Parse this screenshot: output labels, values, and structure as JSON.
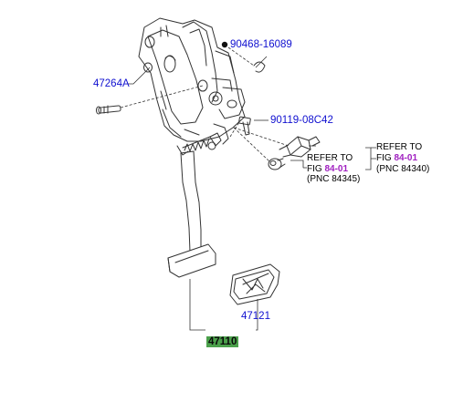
{
  "diagram": {
    "part_labels": {
      "bolt_clip": "90468-16089",
      "pivot_pin": "47264A",
      "bolt": "90119-08C42",
      "pedal_pad": "47121",
      "pedal_assembly": "47110"
    },
    "ref_left": {
      "line1": "REFER TO",
      "fig_prefix": "FIG ",
      "fig_num": "84-01",
      "pnc": "(PNC 84345)"
    },
    "ref_right": {
      "line1": "REFER TO",
      "fig_prefix": "FIG ",
      "fig_num": "84-01",
      "pnc": "(PNC 84340)"
    },
    "colors": {
      "part_number": "#1010d0",
      "ref_figure": "#a020c0",
      "highlight": "#4ba04b",
      "line": "#333333"
    }
  }
}
